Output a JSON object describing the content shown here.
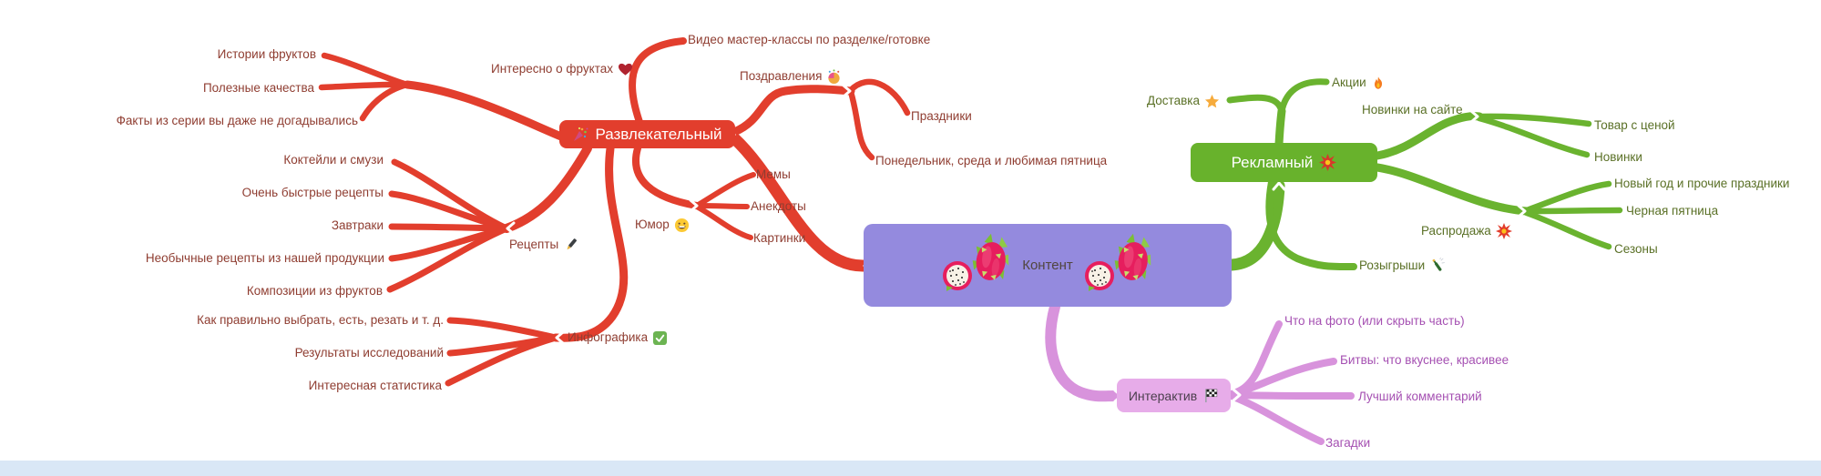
{
  "app": {
    "bottom_bar_color": "#d9e7f6",
    "canvas_background": "#ffffff"
  },
  "colors": {
    "red_branch": "#e23e2d",
    "green_branch": "#6ab32f",
    "pink_branch": "#d893dc",
    "purple_box": "#948ade",
    "pink_box": "#e7ace9",
    "red_leaf_text": "#8f3d31",
    "green_leaf_text": "#5a7026",
    "pink_leaf_text": "#a550b2"
  },
  "nodes": {
    "content": {
      "label": "Контент",
      "icon": "dragonfruit-icon"
    },
    "entertainment": {
      "label": "Развлекательный",
      "icon": "party-popper-icon"
    },
    "interesting": {
      "label": "Интересно о фруктах",
      "icon": "heart-icon"
    },
    "stories": {
      "label": "Истории фруктов"
    },
    "qualities": {
      "label": "Полезные качества"
    },
    "facts": {
      "label": "Факты из серии вы даже не догадывались"
    },
    "video": {
      "label": "Видео мастер-классы по разделке/готовке"
    },
    "greetings": {
      "label": "Поздравления",
      "icon": "confetti-ball-icon"
    },
    "holidays": {
      "label": "Праздники"
    },
    "monday": {
      "label": "Понедельник, среда и любимая пятница"
    },
    "recipes": {
      "label": "Рецепты",
      "icon": "pen-icon"
    },
    "cocktails": {
      "label": "Коктейли и смузи"
    },
    "quick": {
      "label": "Очень быстрые рецепты"
    },
    "breakfasts": {
      "label": "Завтраки"
    },
    "unusual": {
      "label": "Необычные рецепты из нашей продукции"
    },
    "compositions": {
      "label": "Композиции из фруктов"
    },
    "humor": {
      "label": "Юмор",
      "icon": "grinning-face-icon"
    },
    "memes": {
      "label": "Мемы"
    },
    "jokes": {
      "label": "Анекдоты"
    },
    "pictures": {
      "label": "Картинки"
    },
    "infographics": {
      "label": "Инфографика",
      "icon": "check-mark-icon"
    },
    "howto": {
      "label": "Как правильно выбрать, есть, резать и т. д."
    },
    "research": {
      "label": "Результаты исследований"
    },
    "stats": {
      "label": "Интересная статистика"
    },
    "promo": {
      "label": "Рекламный",
      "icon": "collision-icon"
    },
    "delivery": {
      "label": "Доставка",
      "icon": "star-icon"
    },
    "sales": {
      "label": "Акции",
      "icon": "fire-icon"
    },
    "newonsite": {
      "label": "Новинки на сайте"
    },
    "pricedgoods": {
      "label": "Товар с ценой"
    },
    "newitems": {
      "label": "Новинки"
    },
    "clearance": {
      "label": "Распродажа",
      "icon": "collision-icon"
    },
    "newyear": {
      "label": "Новый год и прочие праздники"
    },
    "blackfriday": {
      "label": "Черная пятница"
    },
    "seasons": {
      "label": "Сезоны"
    },
    "giveaways": {
      "label": "Розыгрыши",
      "icon": "champagne-icon"
    },
    "interactive": {
      "label": "Интерактив",
      "icon": "checkered-flag-icon"
    },
    "whatsonphoto": {
      "label": "Что на фото (или скрыть часть)"
    },
    "battles": {
      "label": "Битвы: что вкуснее, красивее"
    },
    "bestcomment": {
      "label": "Лучший комментарий"
    },
    "riddles": {
      "label": "Загадки"
    }
  },
  "tree": {
    "root": "content",
    "children_of": {
      "content": [
        "entertainment",
        "promo",
        "interactive"
      ],
      "entertainment": [
        "interesting",
        "video",
        "greetings",
        "recipes",
        "humor",
        "infographics"
      ],
      "interesting": [
        "stories",
        "qualities",
        "facts"
      ],
      "greetings": [
        "holidays",
        "monday"
      ],
      "recipes": [
        "cocktails",
        "quick",
        "breakfasts",
        "unusual",
        "compositions"
      ],
      "humor": [
        "memes",
        "jokes",
        "pictures"
      ],
      "infographics": [
        "howto",
        "research",
        "stats"
      ],
      "promo": [
        "delivery",
        "sales",
        "newonsite",
        "clearance",
        "giveaways"
      ],
      "newonsite": [
        "pricedgoods",
        "newitems"
      ],
      "clearance": [
        "newyear",
        "blackfriday",
        "seasons"
      ],
      "interactive": [
        "whatsonphoto",
        "battles",
        "bestcomment",
        "riddles"
      ]
    }
  }
}
